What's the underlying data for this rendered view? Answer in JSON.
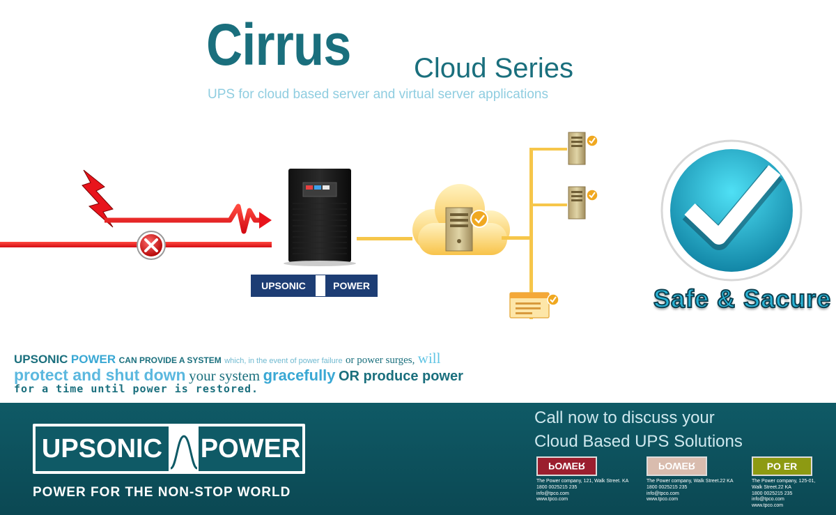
{
  "header": {
    "title": "Cirrus",
    "series": "Cloud Series",
    "subtitle": "UPS for cloud based server and virtual server applications"
  },
  "ups_logo": {
    "left": "UPSONIC",
    "right": "POWER"
  },
  "safe_label": "Safe & Sacure",
  "paragraph": {
    "brand_a": "UPSONIC",
    "brand_b": "POWER",
    "t1": "CAN PROVIDE A SYSTEM",
    "t2": "which, in the event of power failure",
    "t3": "or power surges,",
    "t4": "will",
    "t5": "protect and shut down",
    "t6": "your system",
    "t7": "gracefully",
    "t8": "OR produce power",
    "t9": "for a time until power is restored."
  },
  "footer": {
    "logo_left": "UPSONIC",
    "logo_right": "POWER",
    "tagline": "POWER FOR THE NON-STOP WORLD",
    "call_line1": "Call now to discuss your",
    "call_line2": "Cloud Based UPS Solutions",
    "cards": [
      {
        "badge": "POWER",
        "line1": "The Power company, 121, Walk Street. KA",
        "line2": "1800 0025215 235",
        "line3": "info@tpco.com",
        "line4": "www.tpco.com"
      },
      {
        "badge": "POWER",
        "line1": "The Power company, Walk Street.22 KA",
        "line2": "1800 0025215 235",
        "line3": "info@tpco.com",
        "line4": "www.tpco.com"
      },
      {
        "badge": "PO ER",
        "line1": "The Power company, 125-01,",
        "line2": "Walk Street.22 KA",
        "line3": "1800 0025215 235",
        "line4": "info@tpco.com",
        "line5": "www.tpco.com"
      }
    ]
  },
  "colors": {
    "teal": "#1a6f7d",
    "light_blue": "#8fcde0",
    "danger_red": "#e8141c",
    "cable_yellow": "#f6c64a",
    "check_cyan": "#2ab4d6"
  },
  "icons": [
    "lightning-icon",
    "error-x-icon",
    "ups-tower-icon",
    "cloud-icon",
    "server-icon",
    "check-badge-icon",
    "card-icon",
    "big-check-icon"
  ]
}
